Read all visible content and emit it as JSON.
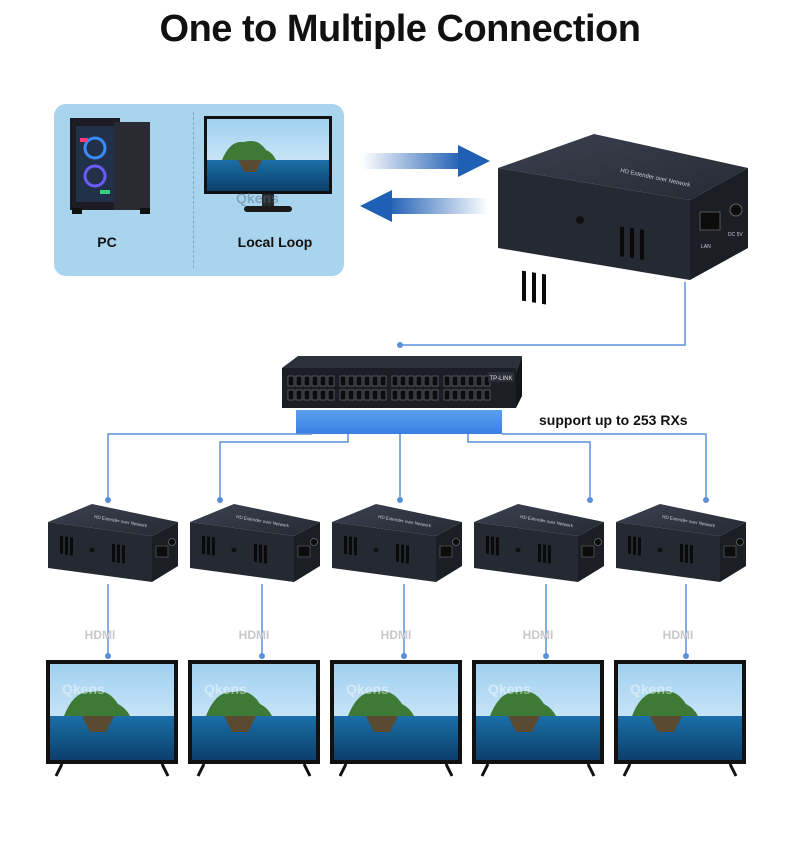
{
  "title": "One to Multiple Connection",
  "source": {
    "pc_label": "PC",
    "monitor_label": "Local Loop"
  },
  "transmitter": {
    "face_text": "HD Extender over Network",
    "port_lan": "LAN",
    "port_power": "DC 5V"
  },
  "switch": {
    "brand": "TP-LINK"
  },
  "support_text": "support up to 253 RXs",
  "receivers": [
    {
      "hdmi_label": "HDMI",
      "face_text": "HD Extender over Network"
    },
    {
      "hdmi_label": "HDMI",
      "face_text": "HD Extender over Network"
    },
    {
      "hdmi_label": "HDMI",
      "face_text": "HD Extender over Network"
    },
    {
      "hdmi_label": "HDMI",
      "face_text": "HD Extender over Network"
    },
    {
      "hdmi_label": "HDMI",
      "face_text": "HD Extender over Network"
    }
  ],
  "watermark": "Qkens",
  "colors": {
    "link_line": "#5b8fd8",
    "panel": "#a9d4ee",
    "device_body": "#2b2f3a",
    "arrow": "#1f5fb4"
  }
}
